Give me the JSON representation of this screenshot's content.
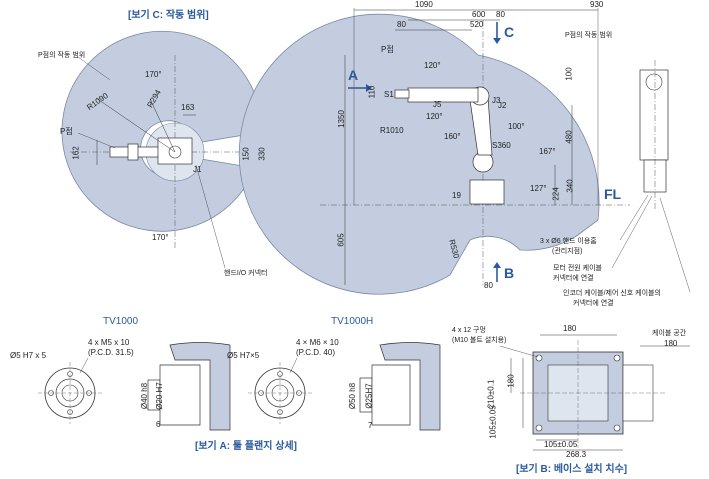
{
  "titles": {
    "view_c": "[보기 C: 작동 범위]",
    "view_a": "[보기 A: 툴 플랜지 상세]",
    "view_b": "[보기 B: 베이스 설치 치수]",
    "tv1000": "TV1000",
    "tv1000h": "TV1000H"
  },
  "view_c": {
    "p_range_label": "P점의 작동 범위",
    "p_point": "P점",
    "angle_top": "170°",
    "angle_bottom": "170°",
    "r1090": "R1090",
    "r294": "R294",
    "d163": "163",
    "d162": "162",
    "d150": "150",
    "d330": "330",
    "j1": "J1",
    "hand_io": "핸드I/O 커넥터"
  },
  "side_view": {
    "dims_top": [
      "1090",
      "600",
      "520",
      "80",
      "930",
      "80"
    ],
    "p_point": "P점",
    "p_range_label": "P점의 작동 범위",
    "letter_a": "A",
    "letter_b": "B",
    "letter_c": "C",
    "letter_fl": "FL",
    "d110": "110",
    "d100": "100",
    "d1350": "1350",
    "d605": "605",
    "d480": "480",
    "d224": "224",
    "d340": "340",
    "d19": "19",
    "d80": "80",
    "r1010": "R1010",
    "r530": "R530",
    "s360": "S360",
    "angle_120a": "120°",
    "angle_120b": "120°",
    "angle_160": "160°",
    "angle_100": "100°",
    "angle_167": "167°",
    "angle_127": "127°",
    "j2": "J2",
    "j3": "J3",
    "j5": "J5",
    "s1": "S1"
  },
  "back_view": {
    "note_hand_holes": "3 x Ø6 핸드 이용홈",
    "note_hand_holes2": "(관리지점)",
    "note_motor_1": "모터 전원 케이블",
    "note_motor_2": "커넥터에 연결",
    "note_encoder_1": "인코더 케이블/제어 신호 케이블의",
    "note_encoder_2": "커넥터에 연결"
  },
  "view_a": {
    "tv1000_hole": "Ø5 H7 x 5",
    "tv1000_bolt1": "4 x M5 x 10",
    "tv1000_bolt2": "(P.C.D. 31.5)",
    "tv1000_d40": "Ø40 h8",
    "tv1000_d20": "Ø20 H7",
    "tv1000_d6": "6",
    "tv1000h_hole": "Ø5 H7×5",
    "tv1000h_bolt1": "4 × M6 × 10",
    "tv1000h_bolt2": "(P.C.D. 40)",
    "tv1000h_d50": "Ø50 h8",
    "tv1000h_d25": "Ø25H7",
    "tv1000h_d7": "7"
  },
  "view_b": {
    "holes_1": "4 x 12 구멍",
    "holes_2": "(M10 볼트 설치용)",
    "d180_top": "180",
    "cable_space": "케이블 공간",
    "cable_180": "180",
    "d180_side": "180",
    "d210": "210±0.1",
    "d105": "105±0.05",
    "d105b": "105±0.05",
    "d268": "268.3"
  },
  "colors": {
    "region_fill": "#c3cddf",
    "region_stroke": "#7a8aa6",
    "title_blue": "#2a5a9c",
    "line": "#333333"
  }
}
